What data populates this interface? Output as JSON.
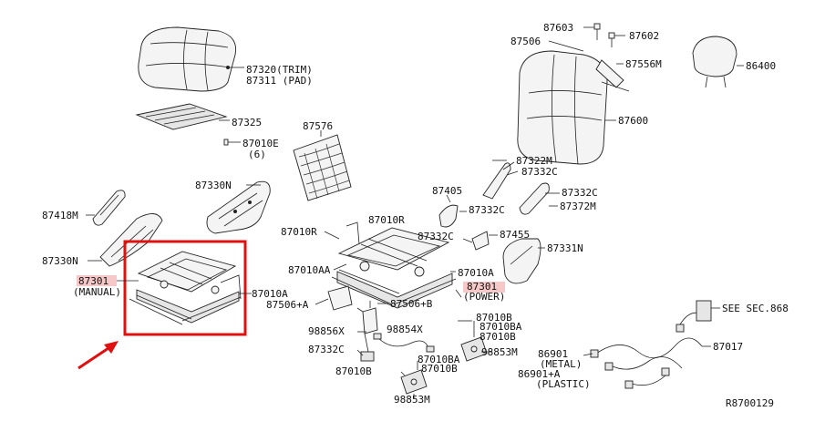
{
  "diagram_id": "R8700129",
  "accent_color": "#e01010",
  "highlight_color": "#f4b6b6",
  "callouts": {
    "c87320": "87320(TRIM)",
    "c87311": "87311 (PAD)",
    "c87325": "87325",
    "c87010E": "87010E",
    "c87010E_qty": "(6)",
    "c87576": "87576",
    "c87330N_top": "87330N",
    "c87418M": "87418M",
    "c87330N_left": "87330N",
    "c87301_manual": "87301",
    "c87301_manual_note": "(MANUAL)",
    "c87010A_left": "87010A",
    "c87010R_top": "87010R",
    "c87010R_left": "87010R",
    "c87010AA": "87010AA",
    "c87010A_mid": "87010A",
    "c87506A": "87506+A",
    "c87506B": "87506+B",
    "c87301_power": "87301",
    "c87301_power_note": "(POWER)",
    "c98856X": "98856X",
    "c98854X": "98854X",
    "c87332C_bottom": "87332C",
    "c87010B_1": "87010B",
    "c87010BA_1": "87010BA",
    "c87010B_2": "87010B",
    "c98853M_right": "98853M",
    "c87010B_3": "87010B",
    "c87010BA_2": "87010BA",
    "c87010B_4": "87010B",
    "c98853M_bottom": "98853M",
    "c87603": "87603",
    "c87506": "87506",
    "c87602": "87602",
    "c87556M": "87556M",
    "c86400": "86400",
    "c87600": "87600",
    "c87322M": "87322M",
    "c87332C_1": "87332C",
    "c87405": "87405",
    "c87332C_2": "87332C",
    "c87372M": "87372M",
    "c87332C_3": "87332C",
    "c87332C_4": "87332C",
    "c87455": "87455",
    "c87331N": "87331N",
    "c_see_sec": "SEE SEC.868",
    "c87017": "87017",
    "c86901": "86901",
    "c86901_metal": "(METAL)",
    "c86901A": "86901+A",
    "c86901A_plastic": "(PLASTIC)"
  }
}
